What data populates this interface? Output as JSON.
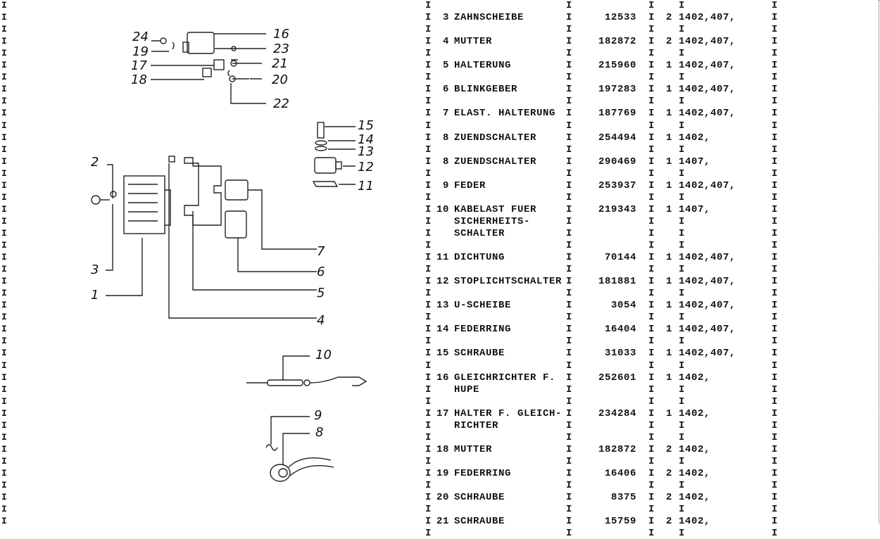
{
  "separator": "I",
  "items": [
    {
      "num": "3",
      "name": [
        "ZAHNSCHEIBE"
      ],
      "part": "12533",
      "qty": "2",
      "models": "1402,407,"
    },
    {
      "num": "4",
      "name": [
        "MUTTER"
      ],
      "part": "182872",
      "qty": "2",
      "models": "1402,407,"
    },
    {
      "num": "5",
      "name": [
        "HALTERUNG"
      ],
      "part": "215960",
      "qty": "1",
      "models": "1402,407,"
    },
    {
      "num": "6",
      "name": [
        "BLINKGEBER"
      ],
      "part": "197283",
      "qty": "1",
      "models": "1402,407,"
    },
    {
      "num": "7",
      "name": [
        "ELAST. HALTERUNG"
      ],
      "part": "187769",
      "qty": "1",
      "models": "1402,407,"
    },
    {
      "num": "8",
      "name": [
        "ZUENDSCHALTER"
      ],
      "part": "254494",
      "qty": "1",
      "models": "1402,"
    },
    {
      "num": "8",
      "name": [
        "ZUENDSCHALTER"
      ],
      "part": "290469",
      "qty": "1",
      "models": "1407,"
    },
    {
      "num": "9",
      "name": [
        "FEDER"
      ],
      "part": "253937",
      "qty": "1",
      "models": "1402,407,"
    },
    {
      "num": "10",
      "name": [
        "KABELAST FUER",
        "SICHERHEITS-",
        "SCHALTER"
      ],
      "part": "219343",
      "qty": "1",
      "models": "1407,"
    },
    {
      "num": "11",
      "name": [
        "DICHTUNG"
      ],
      "part": "70144",
      "qty": "1",
      "models": "1402,407,"
    },
    {
      "num": "12",
      "name": [
        "STOPLICHTSCHALTER"
      ],
      "part": "181881",
      "qty": "1",
      "models": "1402,407,"
    },
    {
      "num": "13",
      "name": [
        "U-SCHEIBE"
      ],
      "part": "3054",
      "qty": "1",
      "models": "1402,407,"
    },
    {
      "num": "14",
      "name": [
        "FEDERRING"
      ],
      "part": "16404",
      "qty": "1",
      "models": "1402,407,"
    },
    {
      "num": "15",
      "name": [
        "SCHRAUBE"
      ],
      "part": "31033",
      "qty": "1",
      "models": "1402,407,"
    },
    {
      "num": "16",
      "name": [
        "GLEICHRICHTER F.",
        "HUPE"
      ],
      "part": "252601",
      "qty": "1",
      "models": "1402,"
    },
    {
      "num": "17",
      "name": [
        "HALTER F. GLEICH-",
        "RICHTER"
      ],
      "part": "234284",
      "qty": "1",
      "models": "1402,"
    },
    {
      "num": "18",
      "name": [
        "MUTTER"
      ],
      "part": "182872",
      "qty": "2",
      "models": "1402,"
    },
    {
      "num": "19",
      "name": [
        "FEDERRING"
      ],
      "part": "16406",
      "qty": "2",
      "models": "1402,"
    },
    {
      "num": "20",
      "name": [
        "SCHRAUBE"
      ],
      "part": "8375",
      "qty": "2",
      "models": "1402,"
    },
    {
      "num": "21",
      "name": [
        "SCHRAUBE"
      ],
      "part": "15759",
      "qty": "2",
      "models": "1402,"
    }
  ],
  "callouts": [
    "24",
    "19",
    "17",
    "18",
    "16",
    "23",
    "21",
    "20",
    "22",
    "15",
    "14",
    "13",
    "12",
    "11",
    "2",
    "3",
    "1",
    "7",
    "6",
    "5",
    "4",
    "10",
    "9",
    "8"
  ]
}
